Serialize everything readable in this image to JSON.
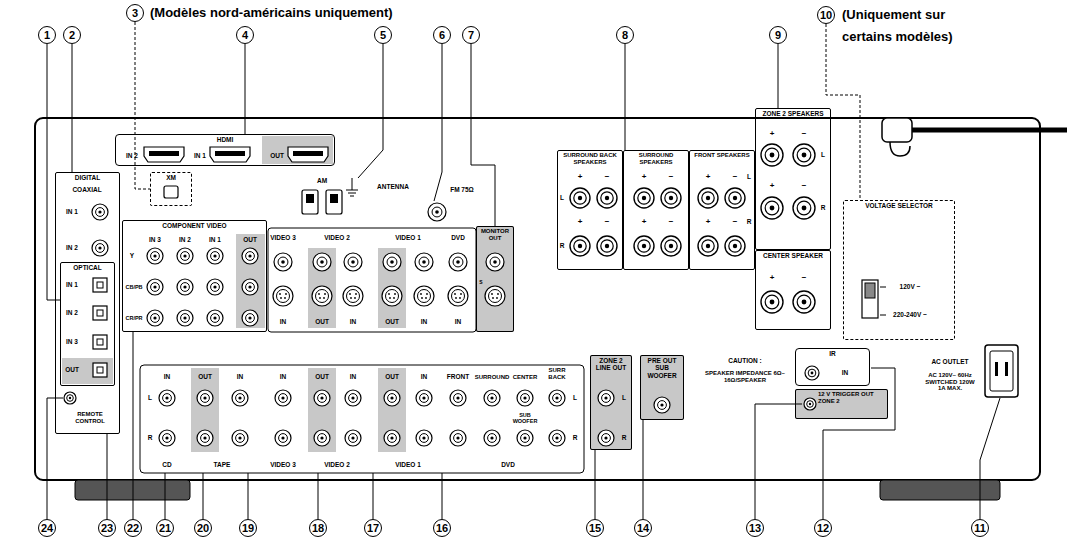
{
  "diagram": {
    "nodes": [
      {
        "text": [
          "HDMI"
        ]
      },
      {
        "text": [
          "XM"
        ]
      },
      {
        "text": [
          "DIGITAL"
        ]
      },
      {
        "text": [
          "OPTICAL"
        ],
        "in": 2
      },
      {
        "text": [
          "COMPONENT VIDEO"
        ]
      },
      {
        "text": [
          "MONITOR OUT"
        ]
      },
      {
        "text": [
          "SURROUND BACK SPEAKERS"
        ]
      },
      {
        "text": [
          "SURROUND SPEAKERS"
        ]
      },
      {
        "text": [
          "FRONT SPEAKERS"
        ]
      },
      {
        "text": [
          "ZONE 2 SPEAKERS"
        ]
      },
      {
        "text": [
          "CENTER SPEAKER"
        ]
      },
      {
        "text": [
          "VOLTAGE SELECTOR"
        ]
      },
      {
        "text": [
          "ZONE 2 LINE OUT"
        ]
      },
      {
        "text": [
          "PRE OUT",
          "SUB WOOFER"
        ]
      },
      {
        "text": [
          "IR"
        ]
      },
      {
        "text": [
          "12 V TRIGGER OUT ZONE 2"
        ]
      }
    ],
    "labels": [
      "1",
      "2",
      "3",
      "(Modèles nord-américains uniquement)",
      "4",
      "5",
      "6",
      "7",
      "8",
      "9",
      "10",
      "(Uniquement sur certains modèles)",
      "24",
      "23",
      "22",
      "21",
      "20",
      "19",
      "18",
      "17",
      "16",
      "15",
      "14",
      "13",
      "12",
      "11",
      "IN 2",
      "IN 1",
      "OUT",
      "COAXIAL",
      "IN 1",
      "IN 2",
      "IN 1",
      "IN 2",
      "IN 3",
      "OUT",
      "REMOTE CONTROL",
      "Y",
      "CB/PB",
      "CR/PR",
      "IN 3",
      "IN 2",
      "IN 1",
      "OUT",
      "AM",
      "ANTENNA",
      "FM 75Ω",
      "VIDEO 3",
      "VIDEO 2",
      "VIDEO 1",
      "DVD",
      "S",
      "IN",
      "OUT",
      "IN",
      "OUT",
      "IN",
      "IN",
      "IN",
      "OUT",
      "IN",
      "IN",
      "OUT",
      "IN",
      "OUT",
      "IN",
      "FRONT",
      "SURROUND",
      "CENTER",
      "SURR BACK",
      "L",
      "R",
      "SUB WOOFER",
      "L",
      "R",
      "CD",
      "TAPE",
      "VIDEO 3",
      "VIDEO 2",
      "VIDEO 1",
      "DVD",
      "+",
      "−",
      "+",
      "−",
      "+",
      "−",
      "+",
      "−",
      "+",
      "−",
      "+",
      "−",
      "L",
      "R",
      "L",
      "R",
      "+",
      "−",
      "L",
      "+",
      "−",
      "R",
      "+",
      "−",
      "120V ~",
      "220-240V ~",
      "AC OUTLET",
      "AC 120V~ 60Hz SWITCHED 120W 1A MAX.",
      "CAUTION :",
      "SPEAKER IMPEDANCE 6Ω–16Ω/SPEAKER",
      "IN",
      "L",
      "R"
    ]
  }
}
